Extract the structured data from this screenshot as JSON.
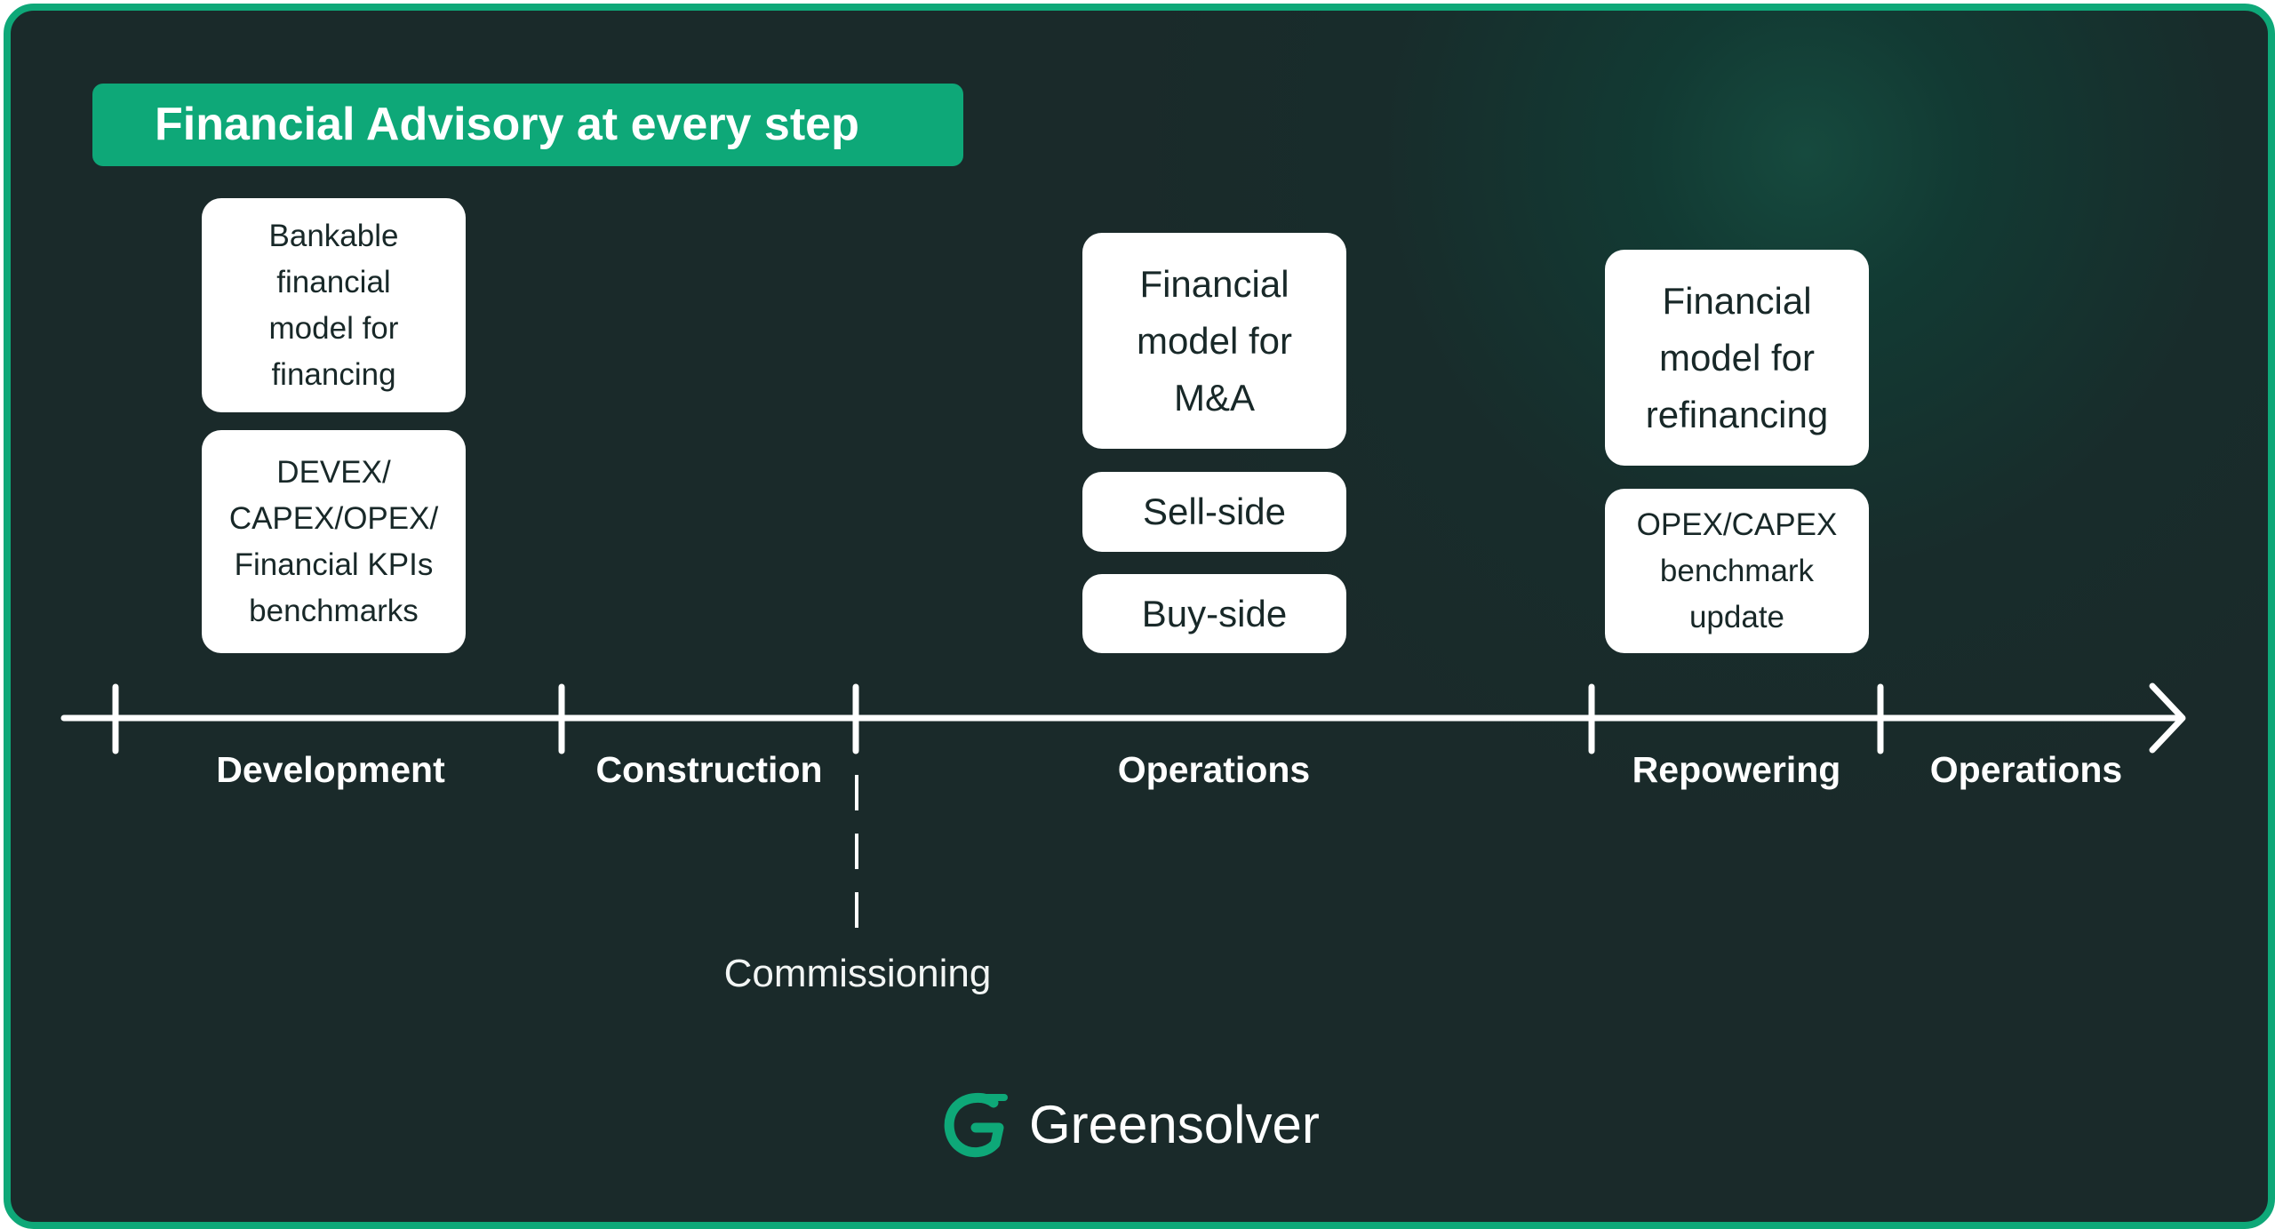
{
  "header": {
    "title": "Financial Advisory at every step"
  },
  "cards": {
    "development": [
      "Bankable\nfinancial\nmodel for\nfinancing",
      "DEVEX/\nCAPEX/OPEX/\nFinancial KPIs\nbenchmarks"
    ],
    "operations": [
      "Financial\nmodel for\nM&A",
      "Sell-side",
      "Buy-side"
    ],
    "repowering": [
      "Financial\nmodel for\nrefinancing",
      "OPEX/CAPEX\nbenchmark\nupdate"
    ]
  },
  "timeline": {
    "phases": [
      "Development",
      "Construction",
      "Operations",
      "Repowering",
      "Operations"
    ],
    "milestone": "Commissioning"
  },
  "brand": {
    "name": "Greensolver",
    "logo_icon": "greensolver-g-logo-icon"
  },
  "colors": {
    "background": "#1a2a2a",
    "accent": "#0ea878",
    "card": "#ffffff",
    "card_text": "#182828",
    "line": "#ffffff"
  }
}
